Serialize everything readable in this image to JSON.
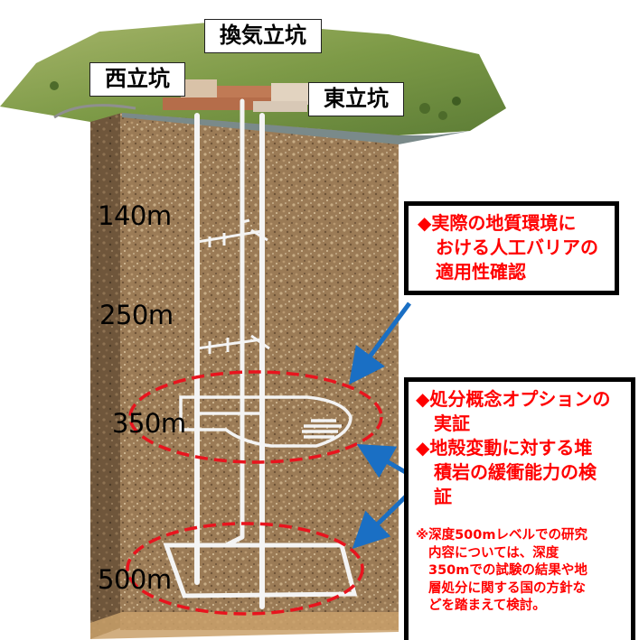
{
  "shafts": {
    "ventilation": "換気立坑",
    "west": "西立坑",
    "east": "東立坑"
  },
  "depths": [
    "140m",
    "250m",
    "350m",
    "500m"
  ],
  "callout_top": {
    "line1": "◆実際の地質環境に",
    "line2": "おける人工バリアの",
    "line3": "適用性確認"
  },
  "callout_bottom": {
    "item1_line1": "◆処分概念オプションの",
    "item1_line2": "実証",
    "item2_line1": "◆地殻変動に対する堆",
    "item2_line2": "積岩の緩衝能力の検",
    "item2_line3": "証",
    "note_line1": "※深度500mレベルでの研究",
    "note_line2": "内容については、深度",
    "note_line3": "350mでの試験の結果や地",
    "note_line4": "層処分に関する国の方針な",
    "note_line5": "どを踏まえて検討。"
  },
  "colors": {
    "ground": "#9a7a55",
    "callout_text": "#ff0000",
    "highlight_ellipse": "#e8141e",
    "arrow": "#1a6fc4",
    "tunnel": "#f4f4f4"
  }
}
